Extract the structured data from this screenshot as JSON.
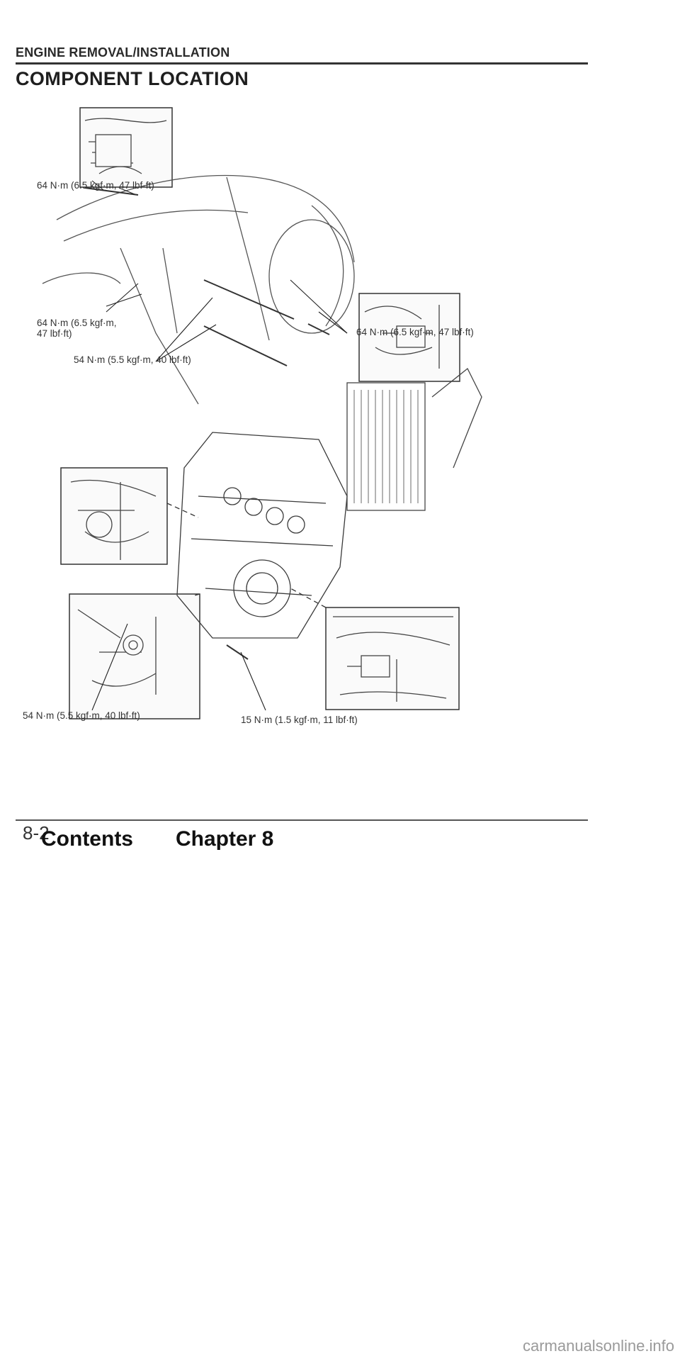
{
  "header": {
    "section_title": "ENGINE REMOVAL/INSTALLATION",
    "page_heading": "COMPONENT LOCATION"
  },
  "torque_labels": {
    "upper_left": "64 N·m (6.5 kgf·m, 47 lbf·ft)",
    "mid_left_line1": "64 N·m (6.5 kgf·m,",
    "mid_left_line2": "47 lbf·ft)",
    "mid_right": "64 N·m (6.5 kgf·m, 47 lbf·ft)",
    "lower_left": "54 N·m (5.5 kgf·m, 40 lbf·ft)",
    "bottom_left": "54 N·m (5.5 kgf·m, 40 lbf·ft)",
    "bottom_center": "15 N·m (1.5 kgf·m, 11 lbf·ft)"
  },
  "footer": {
    "page_number": "8-2",
    "contents_link": "Contents",
    "chapter_link": "Chapter 8"
  },
  "watermark": "carmanualsonline.info"
}
